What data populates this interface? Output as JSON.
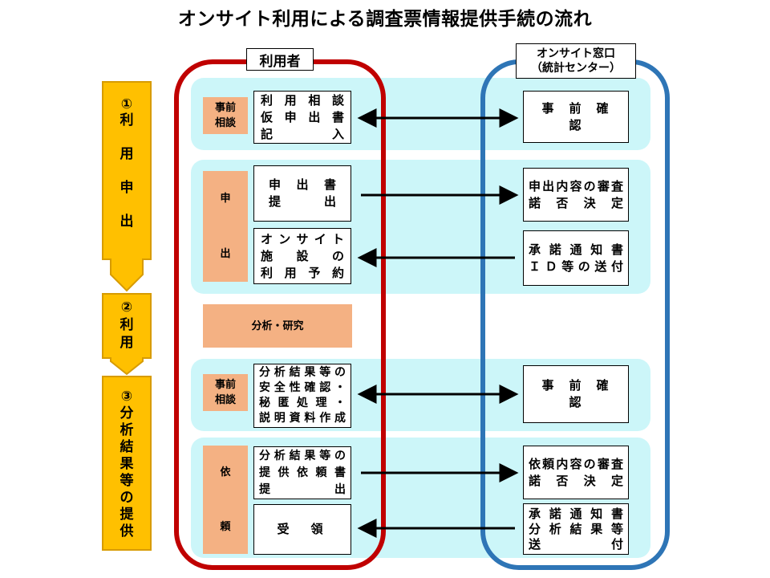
{
  "title": "オンサイト利用による調査票情報提供手続の流れ",
  "user_header": "利用者",
  "window_header": [
    "オンサイト窓口",
    "（統計センター）"
  ],
  "stages": [
    {
      "number": "①",
      "chars": [
        "利",
        "用",
        "申",
        "出"
      ]
    },
    {
      "number": "②",
      "chars": [
        "利",
        "用"
      ]
    },
    {
      "number": "③",
      "chars": [
        "分",
        "析",
        "結",
        "果",
        "等",
        "の",
        "提",
        "供"
      ]
    }
  ],
  "tags": {
    "consult1": [
      "事前",
      "相談"
    ],
    "apply_1": "申",
    "apply_2": "出",
    "consult2": [
      "事前",
      "相談"
    ],
    "request_1": "依",
    "request_2": "頼"
  },
  "analysis_label": "分析・研究",
  "user_boxes": {
    "consult1": [
      "利用相談",
      "仮申出書",
      "記　　入"
    ],
    "submit": [
      "申出書",
      "提　出"
    ],
    "reserve": [
      "オンサイト",
      "施　設　の",
      "利用予約"
    ],
    "safety": [
      "分析結果等の",
      "安全性確認・",
      "秘匿処理・",
      "説明資料作成"
    ],
    "request": [
      "分析結果等の",
      "提供依頼書",
      "提　　　出"
    ],
    "receive": "受　領"
  },
  "window_boxes": {
    "confirm1": "事　前　確　認",
    "review1": [
      "申出内容の審査",
      "諾　否　決　定"
    ],
    "notice1": [
      "承諾通知書",
      "ＩＤ等の送付"
    ],
    "confirm2": "事　前　確　認",
    "review2": [
      "依頼内容の審査",
      "諾　否　決　定"
    ],
    "notice2": [
      "承諾通知書",
      "分析結果等",
      "送　　　　付"
    ]
  }
}
